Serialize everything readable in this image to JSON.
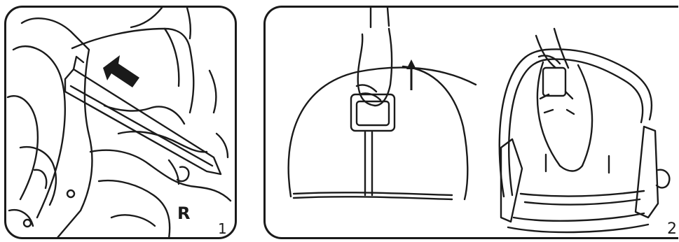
{
  "panel1": {
    "mark": "R",
    "step_number": "1"
  },
  "panel2": {
    "step_number": "2"
  },
  "colors": {
    "line": "#1a1a1a",
    "background": "#ffffff"
  },
  "icons": [
    "push-arrow-icon",
    "lift-arrow-icon"
  ]
}
